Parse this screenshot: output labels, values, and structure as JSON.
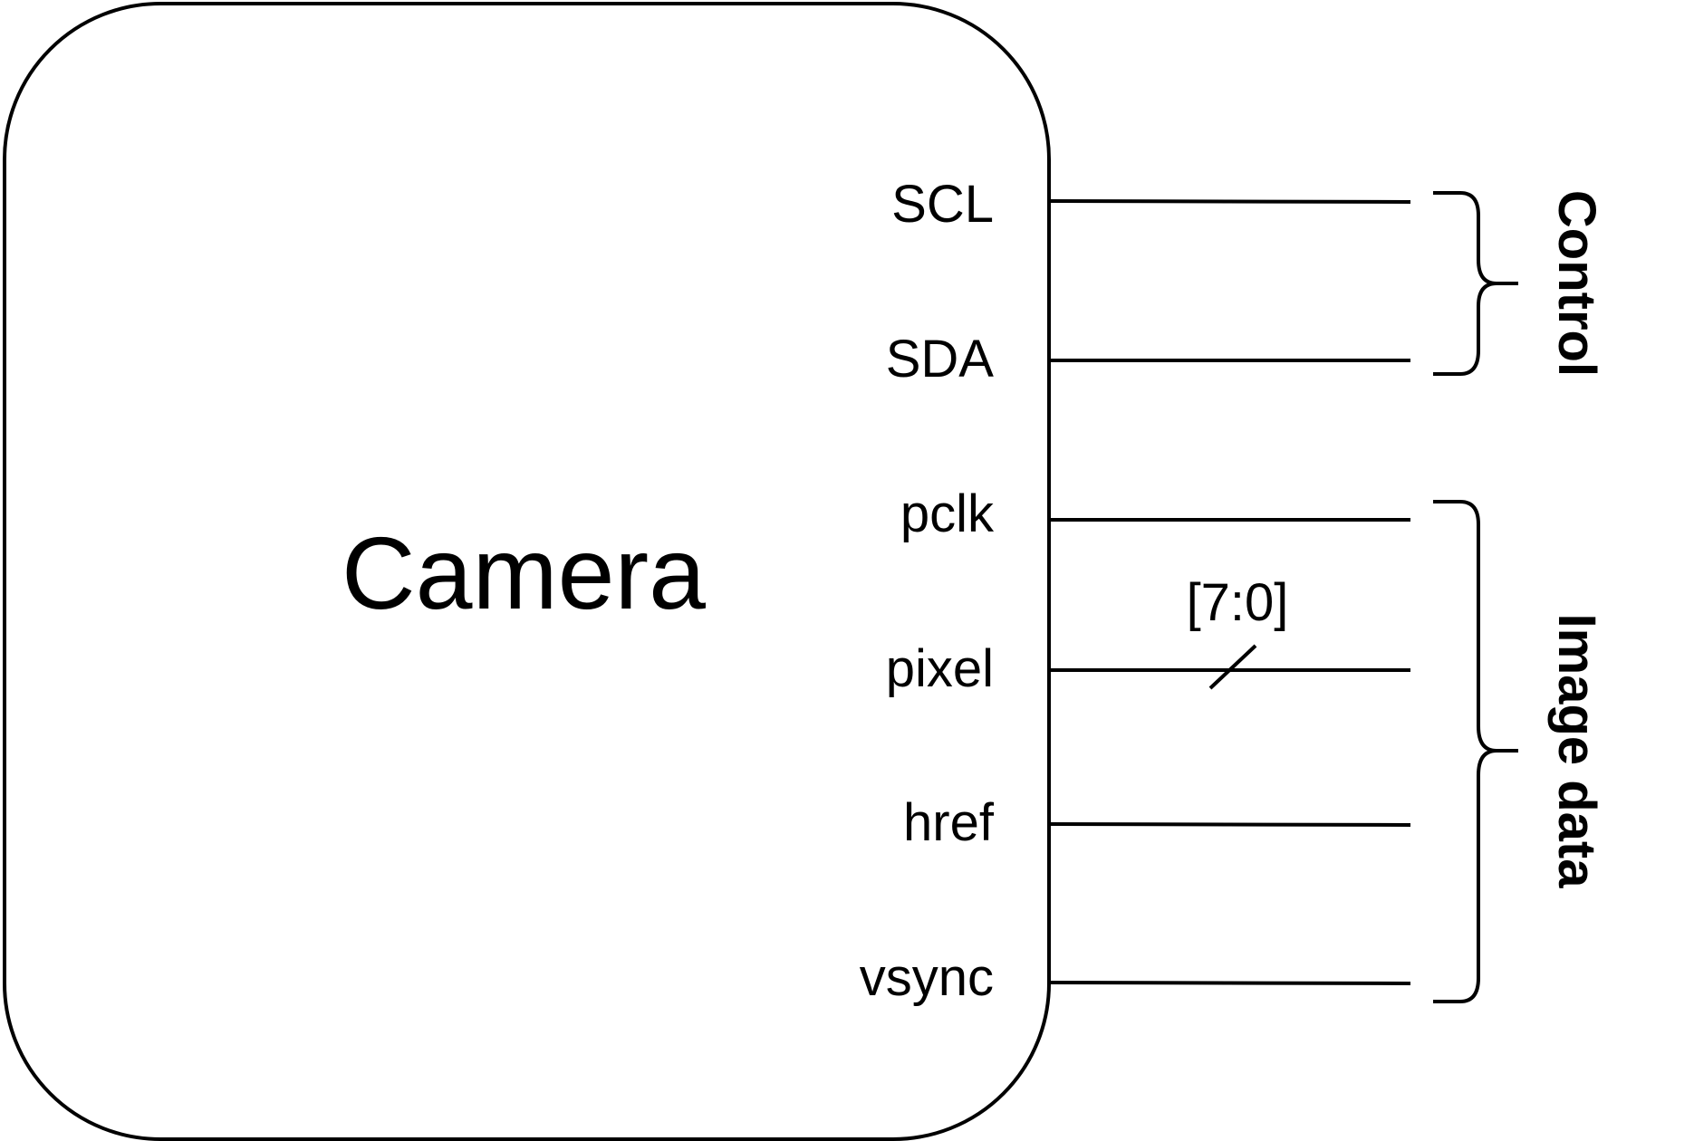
{
  "block": {
    "title": "Camera"
  },
  "pins": [
    {
      "id": "scl",
      "label": "SCL"
    },
    {
      "id": "sda",
      "label": "SDA"
    },
    {
      "id": "pclk",
      "label": "pclk"
    },
    {
      "id": "pixel",
      "label": "pixel",
      "bus_width_label": "[7:0]"
    },
    {
      "id": "href",
      "label": "href"
    },
    {
      "id": "vsync",
      "label": "vsync"
    }
  ],
  "groups": [
    {
      "id": "control",
      "label": "Control"
    },
    {
      "id": "image-data",
      "label": "Image data"
    }
  ],
  "colors": {
    "stroke": "#000000",
    "background": "#ffffff"
  }
}
